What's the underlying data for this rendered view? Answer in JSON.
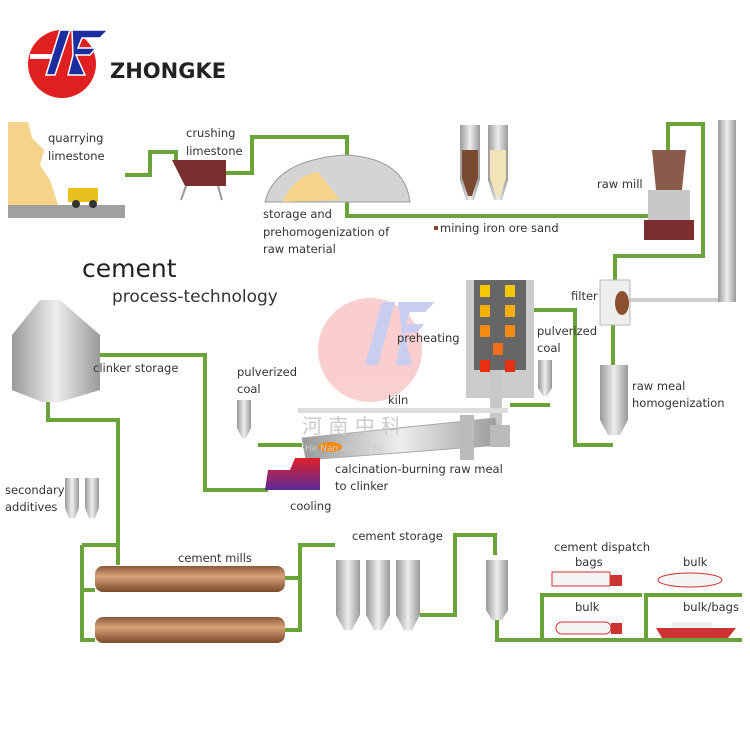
{
  "brand": {
    "name": "ZHONGKE",
    "red": "#e02020",
    "blue": "#1a2ea0"
  },
  "title": {
    "main": "cement",
    "sub": "process-technology"
  },
  "watermark": {
    "chinese": "河 南 中 科",
    "latin": "He Nan  Zhong  Ke"
  },
  "colors": {
    "pipe": "#6aa33a",
    "limestone": "#f5d38a",
    "equipment": "#7a2e2e",
    "steel": "#c8c8c8"
  },
  "labels": {
    "quarrying": [
      "quarrying",
      "limestone"
    ],
    "crushing": [
      "crushing",
      "limestone"
    ],
    "storage": [
      "storage and",
      "prehomogenization of",
      "raw material"
    ],
    "mining": "mining iron ore  sand",
    "raw_mill": "raw mill",
    "filter": "filter",
    "raw_meal": [
      "raw meal",
      "homogenization"
    ],
    "preheating": "preheating",
    "pulverized_coal_right": [
      "pulverized",
      "coal"
    ],
    "pulverized_coal_left": [
      "pulverized",
      "coal"
    ],
    "kiln": "kiln",
    "calcination": [
      "calcination-burning raw meal",
      "to clinker"
    ],
    "cooling": "cooling",
    "clinker_storage": "clinker storage",
    "secondary_additives": [
      "secondary",
      "additives"
    ],
    "cement_mills": "cement mills",
    "cement_storage": "cement storage",
    "dispatch": [
      "cement dispatch",
      "bags"
    ],
    "bulk_top": "bulk",
    "bulk_bottom": "bulk",
    "bulk_bags": "bulk/bags"
  }
}
